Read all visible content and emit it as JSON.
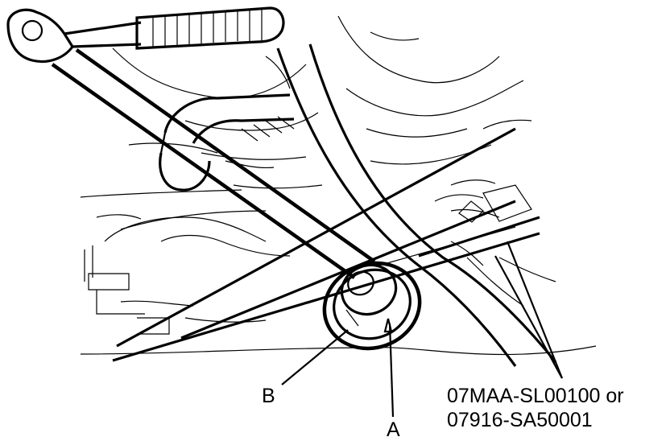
{
  "labels": {
    "a": "A",
    "b": "B",
    "tool_line1": "07MAA-SL00100 or",
    "tool_line2": "07916-SA50001"
  },
  "colors": {
    "ink": "#000000",
    "paper": "#ffffff"
  },
  "icons": {
    "wrench": "ratchet-wrench-icon",
    "tool": "special-tool-icon",
    "bolt": "drain-bolt-icon",
    "washer": "sealing-washer-icon"
  }
}
